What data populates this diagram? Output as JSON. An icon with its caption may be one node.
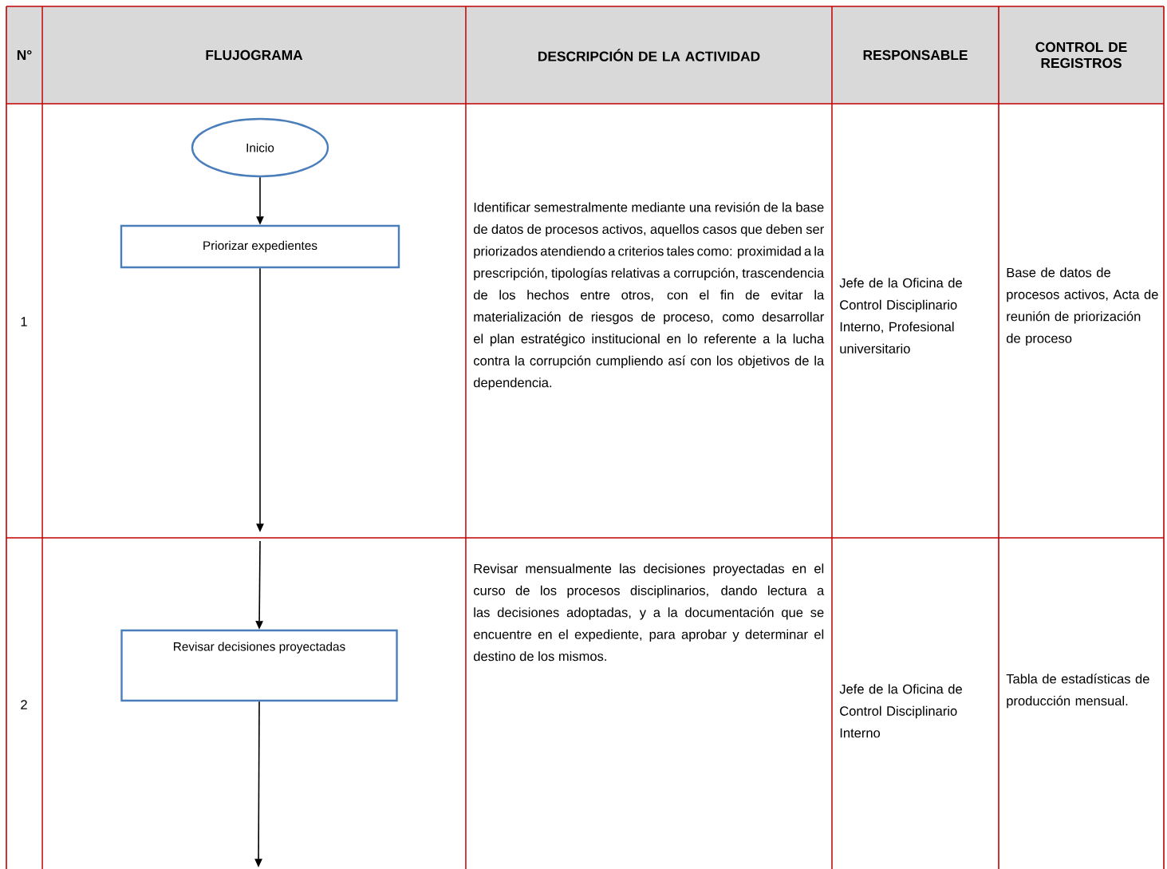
{
  "diagram": {
    "nodes": [
      {
        "text": [
          "Inicio"
        ]
      },
      {
        "text": [
          "Priorizar expedientes"
        ]
      },
      {
        "text": [
          "Revisar decisiones proyectadas"
        ]
      }
    ],
    "edges": [
      {
        "from": 0,
        "to": 1,
        "arrow": "to"
      },
      {
        "from": 1,
        "to": null,
        "arrow": "to"
      },
      {
        "from": null,
        "to": 2,
        "arrow": "to"
      },
      {
        "from": 2,
        "to": null,
        "arrow": "to"
      }
    ],
    "labels": [
      "N°",
      "FLUJOGRAMA",
      "DESCRIPCIÓN DE LA ACTIVIDAD",
      "RESPONSABLE",
      "CONTROL DE REGISTROS",
      "1",
      "Identificar semestralmente mediante una revisión de la base de datos de procesos activos, aquellos casos que deben ser priorizados atendiendo a criterios tales como: proximidad a la prescripción, tipologías relativas a corrupción, trascendencia de los hechos entre otros, con el fin de evitar la materialización de riesgos de proceso, como desarrollar el plan estratégico institucional en lo referente a la lucha contra la corrupción cumpliendo así con los objetivos de la dependencia.",
      "Jefe de la Oficina de Control Disciplinario Interno, Profesional universitario",
      "Base de datos de procesos activos, Acta de reunión de priorización de proceso",
      "2",
      "Revisar mensualmente las decisiones proyectadas en el curso de los procesos disciplinarios, dando lectura a las decisiones adoptadas, y a la documentación que se encuentre en el expediente, para aprobar y determinar el destino de los mismos.",
      "Jefe de la Oficina de Control Disciplinario Interno",
      "Tabla de estadísticas de producción mensual."
    ]
  }
}
